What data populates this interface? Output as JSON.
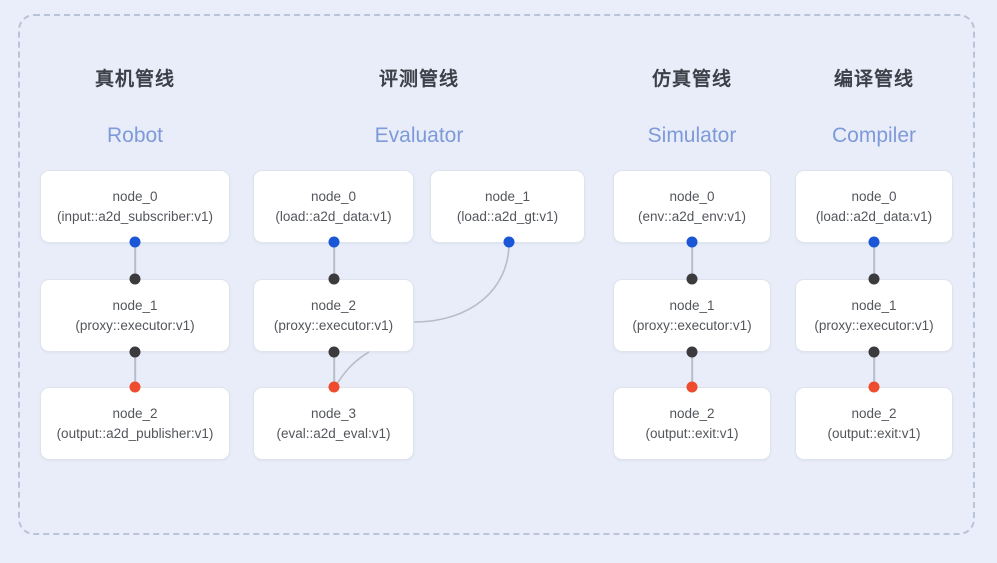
{
  "frame": {
    "background_color": "#e8edf9",
    "border_color": "#b9c4da",
    "border_style": "dashed"
  },
  "palette": {
    "port_blue": "#1a56d6",
    "port_dark": "#3b3b3d",
    "port_red": "#ef4b2e",
    "edge": "#b7bdc9",
    "subtitle_blue": "#7e9ad8",
    "title_gray": "#3c4048",
    "node_text": "#53565c",
    "node_bg": "#ffffff",
    "node_border": "#dfe3ec"
  },
  "columns": [
    {
      "title": "真机管线",
      "subtitle": "Robot",
      "nodes": [
        {
          "name": "node_0",
          "spec": "(input::a2d_subscriber:v1)"
        },
        {
          "name": "node_1",
          "spec": "(proxy::executor:v1)"
        },
        {
          "name": "node_2",
          "spec": "(output::a2d_publisher:v1)"
        }
      ]
    },
    {
      "title": "评测管线",
      "subtitle": "Evaluator",
      "nodes": [
        {
          "name": "node_0",
          "spec": "(load::a2d_data:v1)"
        },
        {
          "name": "node_1",
          "spec": "(load::a2d_gt:v1)"
        },
        {
          "name": "node_2",
          "spec": "(proxy::executor:v1)"
        },
        {
          "name": "node_3",
          "spec": "(eval::a2d_eval:v1)"
        }
      ]
    },
    {
      "title": "仿真管线",
      "subtitle": "Simulator",
      "nodes": [
        {
          "name": "node_0",
          "spec": "(env::a2d_env:v1)"
        },
        {
          "name": "node_1",
          "spec": "(proxy::executor:v1)"
        },
        {
          "name": "node_2",
          "spec": "(output::exit:v1)"
        }
      ]
    },
    {
      "title": "编译管线",
      "subtitle": "Compiler",
      "nodes": [
        {
          "name": "node_0",
          "spec": "(load::a2d_data:v1)"
        },
        {
          "name": "node_1",
          "spec": "(proxy::executor:v1)"
        },
        {
          "name": "node_2",
          "spec": "(output::exit:v1)"
        }
      ]
    }
  ]
}
